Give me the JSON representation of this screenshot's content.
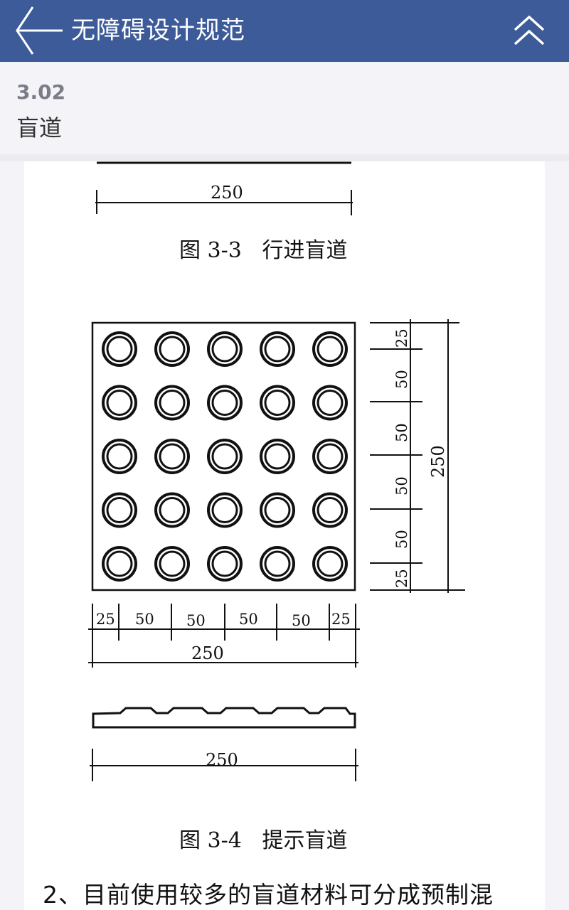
{
  "header": {
    "title": "无障碍设计规范",
    "back_icon": "arrow-left-icon",
    "collapse_icon": "double-chevron-up-icon",
    "bg_color": "#3d5a99"
  },
  "section": {
    "number": "3.02",
    "title": "盲道"
  },
  "figure_3_3": {
    "dimension": "250",
    "caption": "图 3-3   行进盲道"
  },
  "figure_3_4": {
    "grid_rows": 5,
    "grid_cols": 5,
    "vertical_dims": [
      "25",
      "50",
      "50",
      "50",
      "50",
      "25"
    ],
    "vertical_total": "250",
    "horizontal_dims": [
      "25",
      "50",
      "50",
      "50",
      "50",
      "25"
    ],
    "horizontal_total": "250",
    "section_total": "250",
    "caption": "图 3-4   提示盲道"
  },
  "paragraph": {
    "text": "2、目前使用较多的盲道材料可分成预制混"
  }
}
